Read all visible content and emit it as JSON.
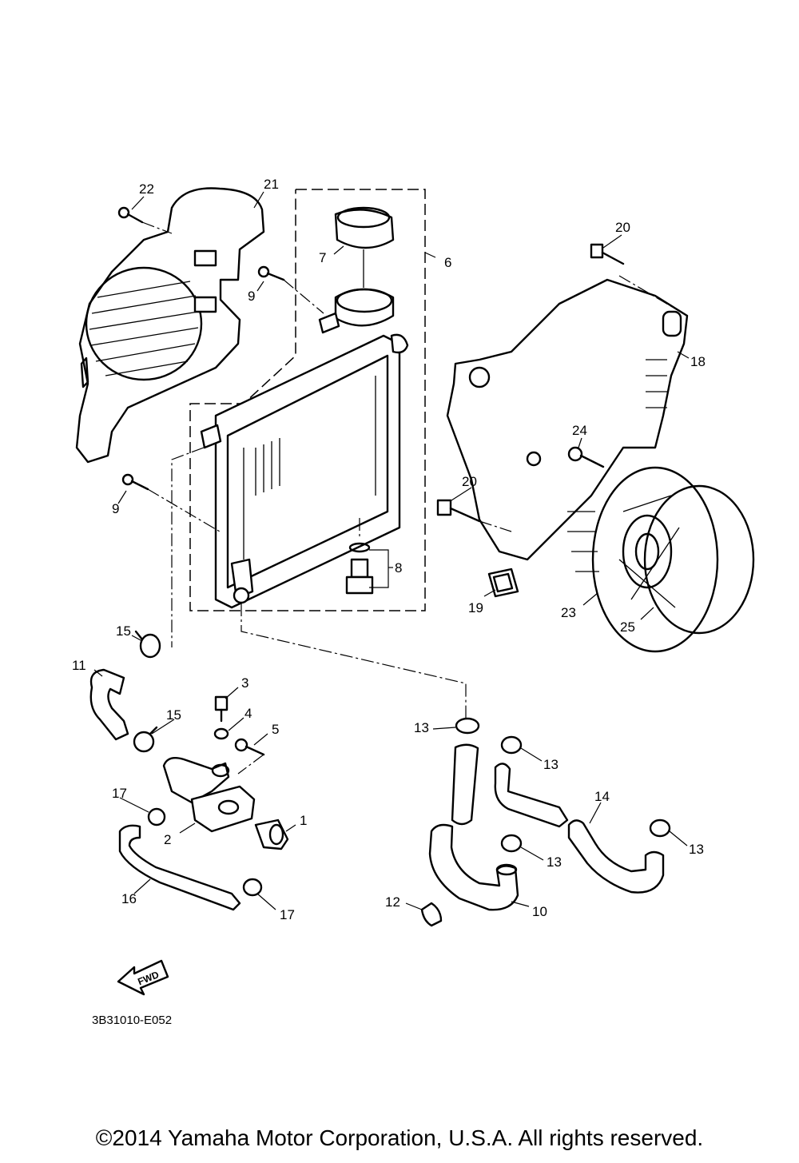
{
  "diagram": {
    "callouts": [
      {
        "id": "c1",
        "label": "1"
      },
      {
        "id": "c2",
        "label": "2"
      },
      {
        "id": "c3",
        "label": "3"
      },
      {
        "id": "c4",
        "label": "4"
      },
      {
        "id": "c5",
        "label": "5"
      },
      {
        "id": "c6",
        "label": "6"
      },
      {
        "id": "c7",
        "label": "7"
      },
      {
        "id": "c8",
        "label": "8"
      },
      {
        "id": "c9a",
        "label": "9"
      },
      {
        "id": "c9b",
        "label": "9"
      },
      {
        "id": "c10",
        "label": "10"
      },
      {
        "id": "c11",
        "label": "11"
      },
      {
        "id": "c12",
        "label": "12"
      },
      {
        "id": "c13a",
        "label": "13"
      },
      {
        "id": "c13b",
        "label": "13"
      },
      {
        "id": "c13c",
        "label": "13"
      },
      {
        "id": "c13d",
        "label": "13"
      },
      {
        "id": "c14",
        "label": "14"
      },
      {
        "id": "c15a",
        "label": "15"
      },
      {
        "id": "c15b",
        "label": "15"
      },
      {
        "id": "c16",
        "label": "16"
      },
      {
        "id": "c17a",
        "label": "17"
      },
      {
        "id": "c17b",
        "label": "17"
      },
      {
        "id": "c18",
        "label": "18"
      },
      {
        "id": "c19",
        "label": "19"
      },
      {
        "id": "c20a",
        "label": "20"
      },
      {
        "id": "c20b",
        "label": "20"
      },
      {
        "id": "c21",
        "label": "21"
      },
      {
        "id": "c22",
        "label": "22"
      },
      {
        "id": "c23",
        "label": "23"
      },
      {
        "id": "c24",
        "label": "24"
      },
      {
        "id": "c25",
        "label": "25"
      }
    ],
    "fwd_label": "FWD",
    "drawing_code": "3B31010-E052",
    "copyright": "©2014 Yamaha Motor Corporation, U.S.A. All rights reserved."
  }
}
